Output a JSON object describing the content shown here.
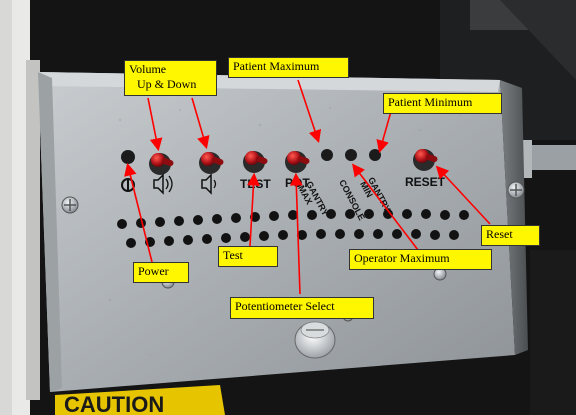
{
  "callouts": {
    "volume_line1": "Volume",
    "volume_line2": "Up & Down",
    "patient_maximum": "Patient Maximum",
    "patient_minimum": "Patient Minimum",
    "power": "Power",
    "test": "Test",
    "potentiometer_select": "Potentiometer Select",
    "operator_maximum": "Operator Maximum",
    "reset": "Reset"
  },
  "panel_labels": {
    "test": "TEST",
    "pot": "POT",
    "gantry_max": "GANTRY MAX",
    "console": "CONSOLE",
    "gantry_min": "GANTRY MIN",
    "reset": "RESET",
    "caution": "CAUTION"
  },
  "colors": {
    "callout_fill": "#fff700",
    "arrow": "#ff0000",
    "panel_metal": "#b8bcbf",
    "switch_red": "#c8181c"
  }
}
